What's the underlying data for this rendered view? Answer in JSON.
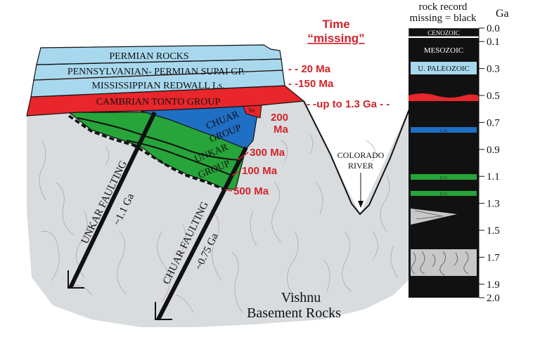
{
  "layers": {
    "permian": "PERMIAN ROCKS",
    "supai": "PENNSYLVANIAN- PERMIAN SUPAI GP.",
    "redwall": "MISSISSIPPIAN REDWALL Ls.",
    "tonto": "CAMBRIAN TONTO GROUP",
    "sixtymile": "Sx",
    "chuar_1": "CHUAR",
    "chuar_2": "GROUP",
    "unkar_1": "UNKAR",
    "unkar_2": "GROUP"
  },
  "gaps": {
    "title_1": "Time",
    "title_2": "“missing”",
    "supai_gap": "- - 20 Ma",
    "redwall_gap": "- -150 Ma",
    "tonto_gap": "- -up to 1.3 Ga - -",
    "chuar_gap_1": "200",
    "chuar_gap_2": "Ma",
    "unkar_top_gap": "300 Ma",
    "unkar_mid_gap": "100 Ma",
    "unkar_base_gap": "500 Ma"
  },
  "faults": {
    "unkar_1": "UNKAR FAULTING",
    "unkar_2": "~1.1 Ga",
    "chuar_1": "CHUAR FAULTING",
    "chuar_2": "~0.75 Ga"
  },
  "river": {
    "label_1": "COLORADO",
    "label_2": "RIVER"
  },
  "basement": {
    "label_1": "Vishnu",
    "label_2": "Basement Rocks"
  },
  "column": {
    "title_1": "rock record",
    "title_2": "missing = black",
    "unit": "Ga",
    "ticks": [
      "0.0",
      "0.1",
      "0.3",
      "0.5",
      "0.7",
      "0.9",
      "1.1",
      "1.3",
      "1.5",
      "1.7",
      "1.9",
      "2.0"
    ],
    "units": {
      "cenozoic": "CENOZOIC",
      "mesozoic": "MESOZOIC",
      "paleozoic": "U. PALEOZOIC",
      "chuar": "C G",
      "unkar_upper": "U G",
      "unkar_lower": "U G"
    }
  },
  "colors": {
    "permian": "#a8d8ee",
    "supai": "#a8d8ee",
    "redwall": "#a8d8ee",
    "tonto": "#e8262b",
    "chuar": "#1f6fc4",
    "unkar": "#27a53a",
    "basement": "#d9dcdf",
    "gap_label": "#d2232a",
    "missing": "#111111"
  }
}
